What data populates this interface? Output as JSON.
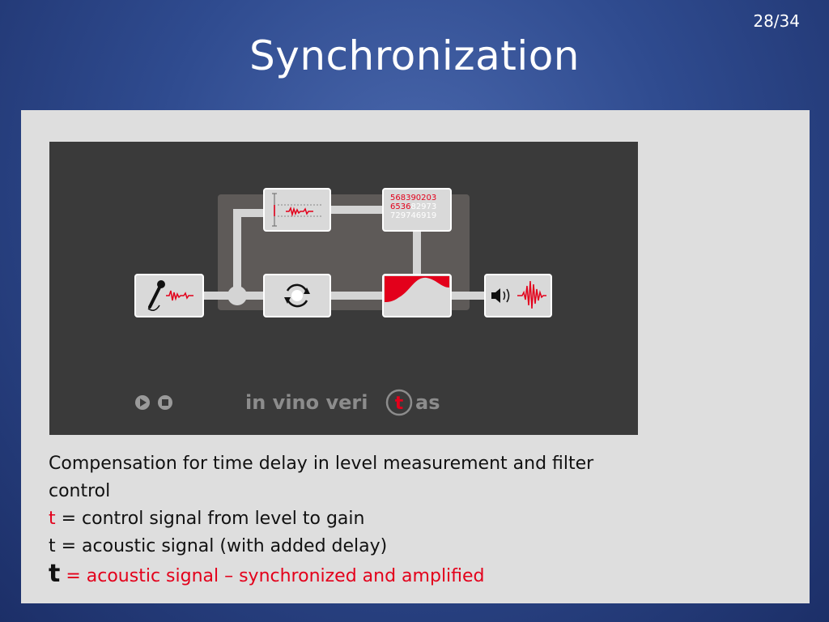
{
  "slide": {
    "number": "28/34",
    "title": "Synchronization"
  },
  "figure": {
    "numbers_line1": "568390203",
    "numbers_line2_red": "6536",
    "numbers_line2_white": "82973",
    "numbers_line3": "729746919",
    "brand_part1": "in vino veri",
    "brand_circle": "t",
    "brand_part2": "as",
    "icons": [
      "microphone-icon",
      "waveform-icon",
      "delay-icon",
      "sync-icon",
      "filter-curve-icon",
      "speaker-icon",
      "play-icon",
      "stop-icon"
    ],
    "colors": {
      "accent": "#e3001b",
      "box": "#d9d9d9",
      "track": "#d4d4d4",
      "background": "#3a3a3a"
    }
  },
  "caption": {
    "line1": "Compensation for time delay in level measurement and filter control",
    "line2_t": "t",
    "line2_rest": " = control signal from level to gain",
    "line3": "t = acoustic signal (with added delay)",
    "line4_t": "t",
    "line4_rest": " = acoustic signal – synchronized and amplified"
  }
}
